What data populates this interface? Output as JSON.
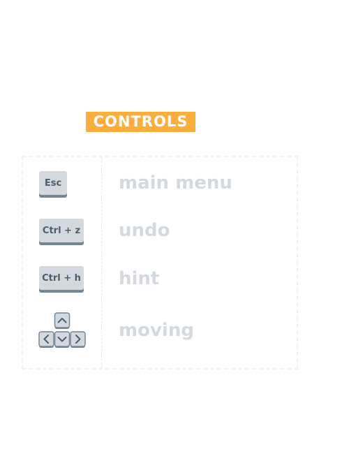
{
  "title": "CONTROLS",
  "colors": {
    "title_bg": "#fcae3d",
    "title_text": "#ffffff",
    "key_face": "#d3d9de",
    "key_shadow": "#758693",
    "key_text": "#4b5e6c",
    "label_text": "#d3d9de"
  },
  "controls": [
    {
      "key": "Esc",
      "action": "main menu"
    },
    {
      "key": "Ctrl + z",
      "action": "undo"
    },
    {
      "key": "Ctrl + h",
      "action": "hint"
    },
    {
      "key_icons": [
        "arrow-up-icon",
        "arrow-left-icon",
        "arrow-down-icon",
        "arrow-right-icon"
      ],
      "action": "moving"
    }
  ]
}
